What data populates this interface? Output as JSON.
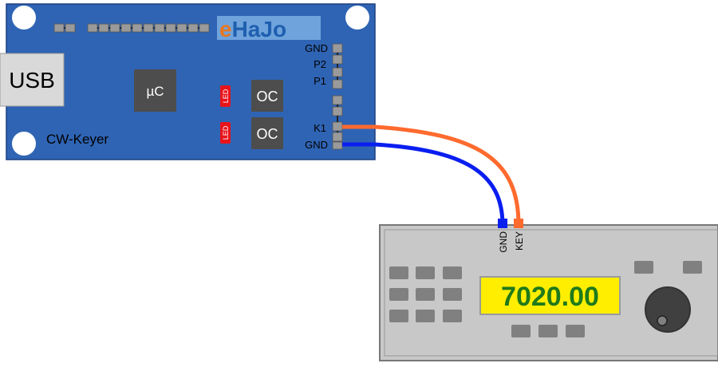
{
  "board": {
    "brand": {
      "e": "e",
      "rest": "HaJo"
    },
    "usb_label": "USB",
    "mcu_label": "µC",
    "oc1_label": "OC",
    "oc2_label": "OC",
    "led1_label": "LED",
    "led2_label": "LED",
    "title": "CW-Keyer",
    "pins": {
      "gnd_top": "GND",
      "p2": "P2",
      "p1": "P1",
      "k1": "K1",
      "gnd_bottom": "GND"
    }
  },
  "transceiver": {
    "frequency": "7020.00",
    "gnd_label": "GND",
    "key_label": "KEY"
  },
  "colors": {
    "board": "#2f64b4",
    "board_edge": "#1b3f80",
    "brand_e": "#e87722",
    "brand_rest": "#1f5fb0",
    "brand_bg": "#6fa3dc",
    "key_wire": "#ff6a2e",
    "gnd_wire": "#0a1ef0",
    "chip": "#4d4d4d",
    "led": "#e8141c",
    "radio": "#c8c8c8",
    "display_bg": "#ffee00",
    "display_text": "#1f7a1a"
  }
}
